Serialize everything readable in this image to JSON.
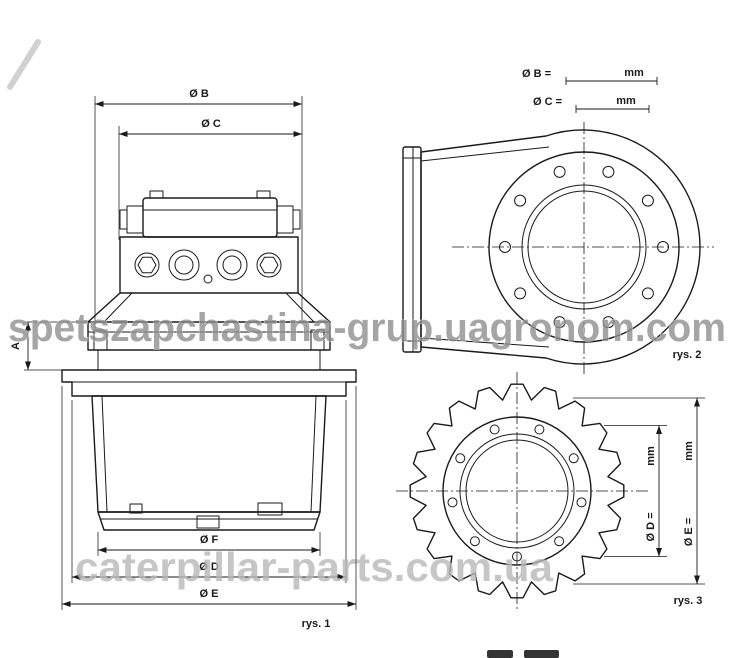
{
  "figures": {
    "fig1": {
      "dims": {
        "b": "Ø B",
        "c": "Ø C",
        "a": "A",
        "f": "Ø F",
        "d": "Ø D",
        "e": "Ø E"
      },
      "caption": "rys. 1"
    },
    "fig2": {
      "dims": {
        "b_label": "Ø B =",
        "b_unit": "mm",
        "c_label": "Ø C =",
        "c_unit": "mm"
      },
      "caption": "rys. 2"
    },
    "fig3": {
      "dims": {
        "d_label": "Ø D =",
        "d_unit": "mm",
        "e_label": "Ø E =",
        "e_unit": "mm"
      },
      "caption": "rys. 3"
    }
  },
  "watermarks": {
    "center": "spetszapchastina-grup.uagronom.com",
    "bottom": "caterpillar-parts.com.ua"
  },
  "colors": {
    "ink": "#1a1a1a",
    "watermark_center": "#8f8f8f",
    "watermark_bottom": "#b8b8b8"
  }
}
